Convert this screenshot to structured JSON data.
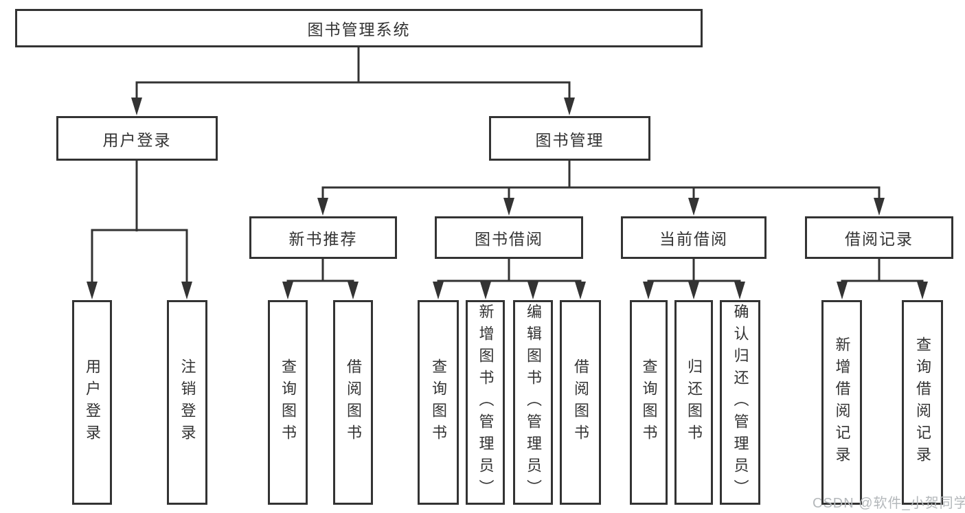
{
  "diagram": {
    "root": "图书管理系统",
    "branches": [
      {
        "label": "用户登录",
        "leaves": [
          "用户登录",
          "注销登录"
        ]
      },
      {
        "label": "图书管理",
        "sections": [
          {
            "label": "新书推荐",
            "leaves": [
              "查询图书",
              "借阅图书"
            ]
          },
          {
            "label": "图书借阅",
            "leaves": [
              "查询图书",
              "新增图书（管理员）",
              "编辑图书（管理员）",
              "借阅图书"
            ]
          },
          {
            "label": "当前借阅",
            "leaves": [
              "查询图书",
              "归还图书",
              "确认归还（管理员）"
            ]
          },
          {
            "label": "借阅记录",
            "leaves": [
              "新增借阅记录",
              "查询借阅记录"
            ]
          }
        ]
      }
    ]
  },
  "watermark": {
    "text": "CSDN @软件_小贺同学"
  },
  "colors": {
    "line": "#333333",
    "box_border": "#333333",
    "box_background": "#ffffff",
    "text": "#333333",
    "watermark": "#b4b8bb",
    "page_background": "#ffffff"
  }
}
